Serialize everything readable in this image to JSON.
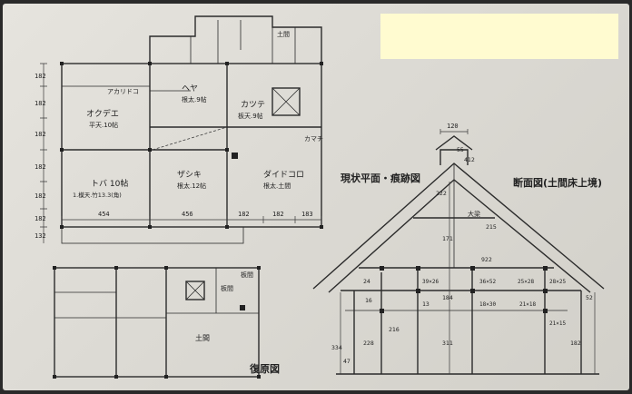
{
  "titles": {
    "plan": "現状平面・痕跡図",
    "section": "断面図(土間床上境)",
    "restored": "復原図"
  },
  "rooms": {
    "okute": "オクデエ",
    "okute_sub": "平天.10帖",
    "tobas": "トバ 10帖",
    "tobas_sub": "1.模天.竹13.3(角)",
    "zashiki": "ザシキ",
    "zashiki_sub": "根太.12帖",
    "heya": "ヘヤ",
    "heya_sub": "根太.9帖",
    "katte": "カツテ",
    "katte_sub": "板天.9帖",
    "daidokoro": "ダイドコロ",
    "daidokoro_sub": "根太.土間",
    "doma": "土間",
    "restored_doma": "土間",
    "restored_zashiki": "板間",
    "restored_aux": "板間",
    "akaridoko": "アカリドコ",
    "kamachi": "カマチ"
  },
  "plan_dims": {
    "left_1": "182",
    "left_2": "182",
    "left_3": "182",
    "left_4": "182",
    "left_5": "182",
    "left_6": "182",
    "left_7": "132",
    "bottom_1": "454",
    "bottom_2": "456",
    "bottom_3": "182",
    "bottom_4": "182",
    "bottom_5": "183"
  },
  "section_dims": {
    "ridge_width": "120",
    "top_1": "55",
    "top_2": "412",
    "rafter": "222",
    "height_1": "171",
    "height_2": "184",
    "height_3": "311",
    "height_4": "216",
    "height_5": "228",
    "height_6": "334",
    "height_7": "182",
    "height_8": "52",
    "height_9": "47",
    "member_1": "39×26",
    "member_2": "36×52",
    "member_3": "25×28",
    "member_4": "28×25",
    "member_5": "18×30",
    "member_6": "21×18",
    "member_7": "21×15",
    "member_8": "922",
    "member_9": "24",
    "member_10": "13",
    "member_11": "16",
    "beam_label": "大梁",
    "beam_dim": "215"
  }
}
